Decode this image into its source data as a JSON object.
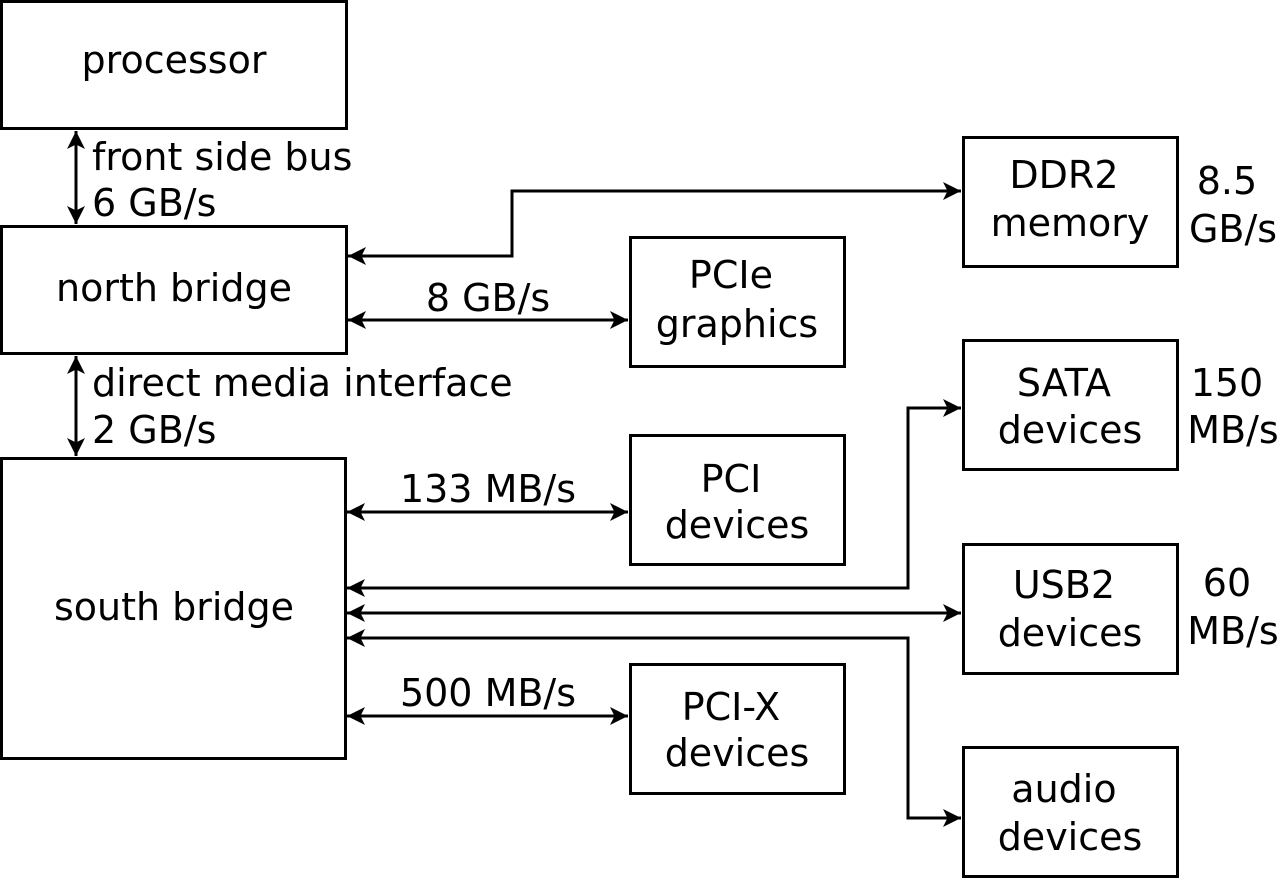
{
  "nodes": {
    "processor": [
      "processor"
    ],
    "north_bridge": [
      "north bridge"
    ],
    "south_bridge": [
      "south bridge"
    ],
    "ddr2": [
      "DDR2",
      "memory"
    ],
    "pcie": [
      "PCIe",
      "graphics"
    ],
    "pci": [
      "PCI",
      "devices"
    ],
    "pcix": [
      "PCI-X",
      "devices"
    ],
    "sata": [
      "SATA",
      "devices"
    ],
    "usb2": [
      "USB2",
      "devices"
    ],
    "audio": [
      "audio",
      "devices"
    ]
  },
  "links": {
    "fsb": [
      "front side bus",
      "6 GB/s"
    ],
    "dmi": [
      "direct media interface",
      "2 GB/s"
    ],
    "pcie": [
      "8 GB/s"
    ],
    "pci": [
      "133 MB/s"
    ],
    "pcix": [
      "500 MB/s"
    ],
    "ddr2": [
      "8.5",
      "GB/s"
    ],
    "sata": [
      "150",
      "MB/s"
    ],
    "usb2": [
      "60",
      "MB/s"
    ]
  },
  "colors": {
    "line": "#000000",
    "background": "#ffffff"
  }
}
